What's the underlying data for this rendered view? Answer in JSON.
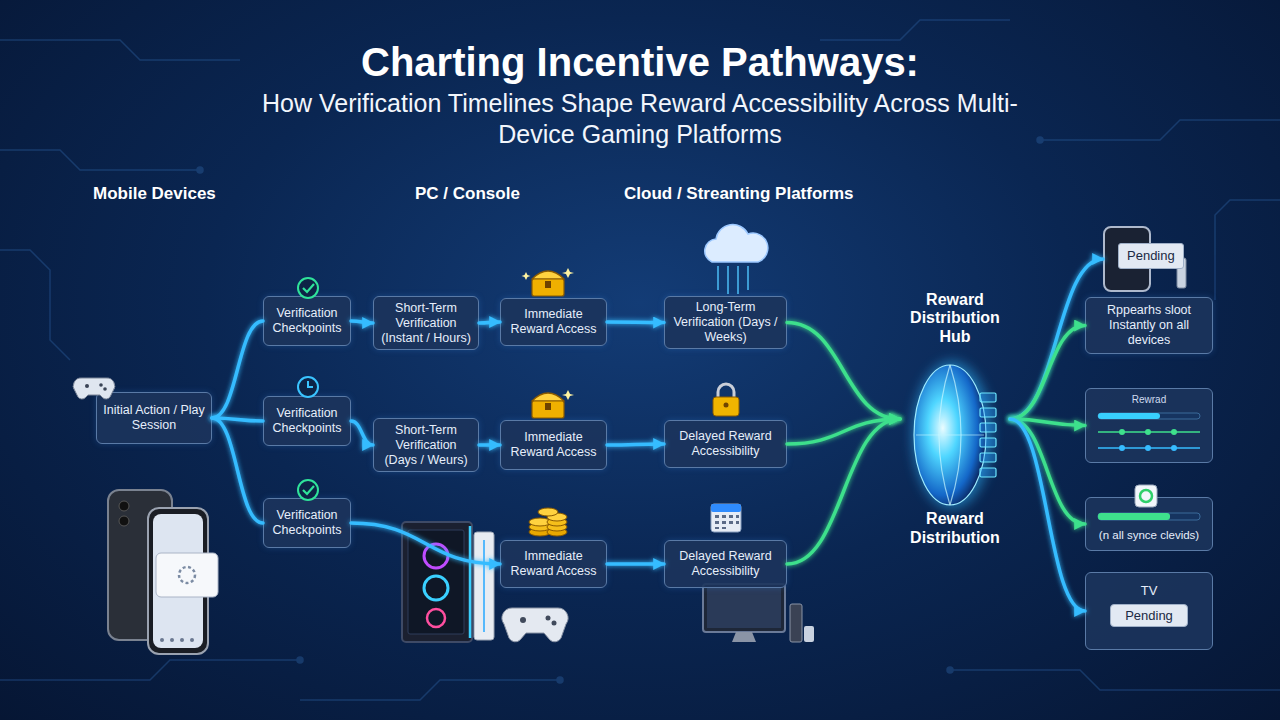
{
  "diagram": {
    "title": "Charting Incentive Pathways:",
    "nodes": [
      {
        "text": [
          "Initial Action / Play Session"
        ]
      },
      {
        "text": [
          "Verification Checkpoints"
        ]
      },
      {
        "text": [
          "Verification Checkpoints"
        ]
      },
      {
        "text": [
          "Verification Checkpoints"
        ]
      },
      {
        "text": [
          "Short-Term Verification (Instant / Hours)"
        ]
      },
      {
        "text": [
          "Short-Term Verification (Days / Weurs)"
        ]
      },
      {
        "text": [
          "Immediate Reward Access"
        ]
      },
      {
        "text": [
          "Immediate Reward Access"
        ]
      },
      {
        "text": [
          "Immediate Reward Access"
        ]
      },
      {
        "text": [
          "Long-Term Verification (Days / Weeks)"
        ]
      },
      {
        "text": [
          "Delayed Reward Accessibility"
        ]
      },
      {
        "text": [
          "Delayed Reward Accessibility"
        ]
      },
      {
        "text": [
          "Reward Distribution Hub",
          "Reward Distribution"
        ]
      },
      {
        "text": [
          "Pending"
        ]
      },
      {
        "text": [
          "Rppearhs sloot Instantly on all devices"
        ]
      },
      {
        "text": [
          "Rewrad"
        ]
      },
      {
        "text": [
          "(n all synce clevids)"
        ]
      },
      {
        "text": [
          "TV",
          "Pending"
        ]
      }
    ],
    "edges": [
      {
        "from": 0,
        "to": 1,
        "arrow": "none"
      },
      {
        "from": 0,
        "to": 2,
        "arrow": "none"
      },
      {
        "from": 0,
        "to": 3,
        "arrow": "none"
      },
      {
        "from": 1,
        "to": 4,
        "arrow": "to"
      },
      {
        "from": 4,
        "to": 6,
        "arrow": "to"
      },
      {
        "from": 6,
        "to": 9,
        "arrow": "to"
      },
      {
        "from": 9,
        "to": 12,
        "arrow": "to"
      },
      {
        "from": 2,
        "to": 5,
        "arrow": "to"
      },
      {
        "from": 5,
        "to": 7,
        "arrow": "to"
      },
      {
        "from": 7,
        "to": 10,
        "arrow": "to"
      },
      {
        "from": 10,
        "to": 12,
        "arrow": "to"
      },
      {
        "from": 3,
        "to": 8,
        "arrow": "to"
      },
      {
        "from": 8,
        "to": 11,
        "arrow": "to"
      },
      {
        "from": 11,
        "to": 12,
        "arrow": "to"
      },
      {
        "from": 12,
        "to": 13,
        "arrow": "to"
      },
      {
        "from": 12,
        "to": 14,
        "arrow": "to"
      },
      {
        "from": 12,
        "to": 15,
        "arrow": "to"
      },
      {
        "from": 12,
        "to": 16,
        "arrow": "to"
      },
      {
        "from": 12,
        "to": 17,
        "arrow": "to"
      }
    ],
    "labels": [
      "How Verification Timelines Shape Reward Accessibility Across Multi-Device Gaming Platforms",
      "Mobile Devices",
      "PC / Console",
      "Cloud / Streanting Platforms"
    ]
  }
}
